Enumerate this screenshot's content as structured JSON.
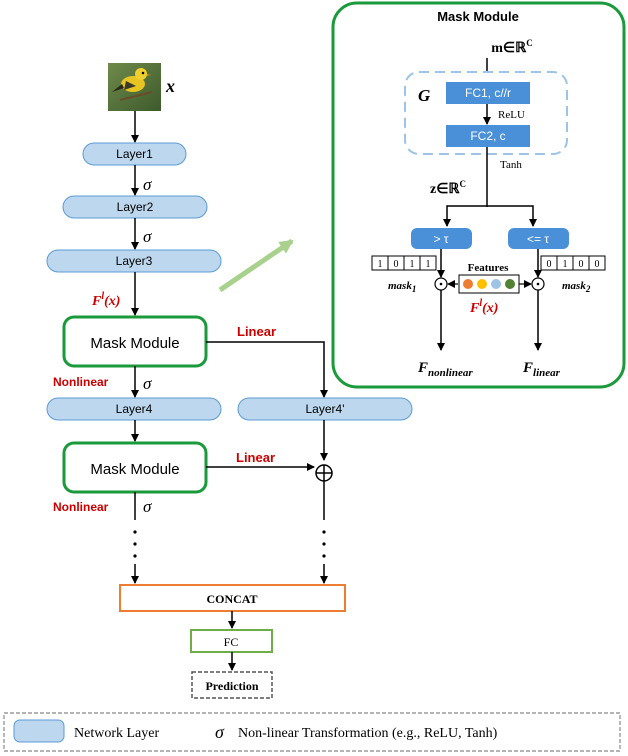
{
  "input": {
    "image_label": "bird-photo",
    "symbol": "x"
  },
  "layers": {
    "layer1": "Layer1",
    "layer2": "Layer2",
    "layer3": "Layer3",
    "layer4": "Layer4",
    "layer4_prime": "Layer4'"
  },
  "sigma": "σ",
  "feature_label_main": "F",
  "feature_label_sup": "l",
  "feature_label_arg": "(x)",
  "mask_module_label": "Mask Module",
  "branch_labels": {
    "linear": "Linear",
    "nonlinear": "Nonlinear"
  },
  "ellipsis": "⋮",
  "concat_label": "CONCAT",
  "fc_label": "FC",
  "prediction_label": "Prediction",
  "oplus": "⊕",
  "detail": {
    "title": "Mask Module",
    "m_input": "m∈ℝ",
    "m_sup": "C",
    "g_label": "G",
    "fc1": "FC1,  c//r",
    "relu": "ReLU",
    "fc2": "FC2,  c",
    "tanh": "Tanh",
    "z_input": "z∈ℝ",
    "z_sup": "C",
    "gt_tau": "> τ",
    "le_tau": "<= τ",
    "mask1_bits": [
      "1",
      "0",
      "1",
      "1"
    ],
    "mask2_bits": [
      "0",
      "1",
      "0",
      "0"
    ],
    "mask1_label": "mask",
    "mask1_sub": "1",
    "mask2_label": "mask",
    "mask2_sub": "2",
    "features_label": "Features",
    "feature_dot_colors": [
      "#ed7d31",
      "#ffc000",
      "#9dc3e6",
      "#548235"
    ],
    "odot": "⊙",
    "f_nonlinear_main": "F",
    "f_nonlinear_sub": "nonlinear",
    "f_linear_main": "F",
    "f_linear_sub": "linear"
  },
  "legend": {
    "network_layer": "Network Layer",
    "sigma": "σ",
    "nonlinear_transform": "Non-linear Transformation (e.g., ReLU, Tanh)"
  },
  "colors": {
    "layer_fill": "#bdd7ee",
    "layer_stroke": "#5b9bd5",
    "module_green": "#1a9a3a",
    "red": "#cc0000",
    "concat_orange": "#ed7d31",
    "fc_green": "#70ad47",
    "blue_box": "#4a90d9",
    "arrow_green": "#a9d18e"
  }
}
